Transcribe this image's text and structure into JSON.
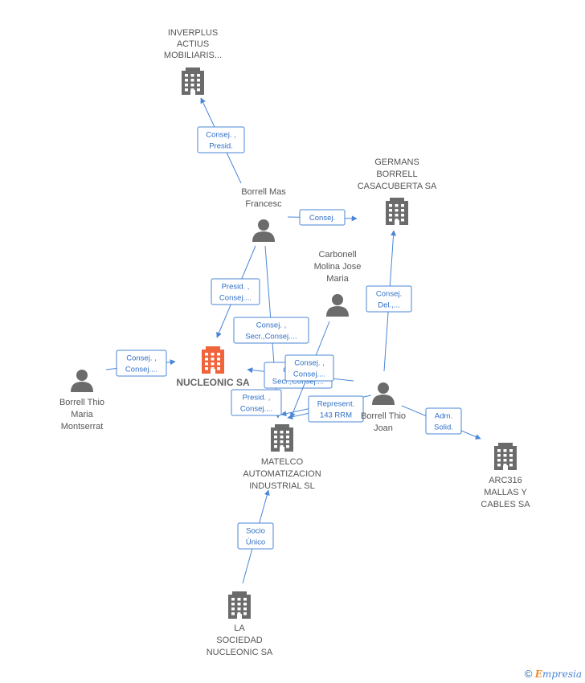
{
  "colors": {
    "edge": "#4a86d6",
    "company_icon": "#6b6b6b",
    "person_icon": "#6b6b6b",
    "focus_company": "#f0643c"
  },
  "nodes": [
    {
      "id": "inverplus",
      "type": "company",
      "lines": [
        "INVERPLUS",
        "ACTIUS",
        "MOBILIARIS..."
      ]
    },
    {
      "id": "germans",
      "type": "company",
      "lines": [
        "GERMANS",
        "BORRELL",
        "CASACUBERTA SA"
      ]
    },
    {
      "id": "borrell_mas",
      "type": "person",
      "lines": [
        "Borrell Mas",
        "Francesc"
      ]
    },
    {
      "id": "carbonell",
      "type": "person",
      "lines": [
        "Carbonell",
        "Molina Jose",
        "Maria"
      ]
    },
    {
      "id": "nucleonic",
      "type": "company",
      "focus": true,
      "lines": [
        "NUCLEONIC SA"
      ]
    },
    {
      "id": "borrell_thio_maria",
      "type": "person",
      "lines": [
        "Borrell Thio",
        "Maria",
        "Montserrat"
      ]
    },
    {
      "id": "borrell_thio_joan",
      "type": "person",
      "lines": [
        "Borrell Thio",
        "Joan"
      ]
    },
    {
      "id": "matelco",
      "type": "company",
      "lines": [
        "MATELCO",
        "AUTOMATIZACION",
        "INDUSTRIAL SL"
      ]
    },
    {
      "id": "arc316",
      "type": "company",
      "lines": [
        "ARC316",
        "MALLAS Y",
        "CABLES SA"
      ]
    },
    {
      "id": "la_sociedad",
      "type": "company",
      "lines": [
        "LA",
        "SOCIEDAD",
        "NUCLEONIC SA"
      ]
    }
  ],
  "edges": [
    {
      "from": "borrell_mas",
      "to": "inverplus",
      "lines": [
        "Consej. ,",
        "Presid."
      ]
    },
    {
      "from": "borrell_mas",
      "to": "germans",
      "lines": [
        "Consej."
      ]
    },
    {
      "from": "borrell_mas",
      "to": "nucleonic",
      "lines": [
        "Presid. ,",
        "Consej...."
      ]
    },
    {
      "from": "borrell_mas",
      "to": "matelco",
      "lines": [
        "Consej. ,",
        "Secr.,Consej...."
      ]
    },
    {
      "from": "borrell_thio_joan",
      "to": "germans",
      "lines": [
        "Consej.",
        "Del.,..."
      ]
    },
    {
      "from": "borrell_thio_maria",
      "to": "nucleonic",
      "lines": [
        "Consej. ,",
        "Consej...."
      ]
    },
    {
      "from": "borrell_thio_joan",
      "to": "nucleonic",
      "lines": [
        "Consej. ,",
        "Secr.,Consej...."
      ]
    },
    {
      "from": "carbonell",
      "to": "matelco",
      "lines": [
        "Consej. ,",
        "Consej...."
      ]
    },
    {
      "from": "borrell_thio_joan",
      "to": "matelco",
      "lines": [
        "Presid. ,",
        "Consej...."
      ]
    },
    {
      "from": "borrell_thio_joan",
      "to": "matelco",
      "lines": [
        "Represent.",
        "143 RRM"
      ]
    },
    {
      "from": "borrell_thio_joan",
      "to": "arc316",
      "lines": [
        "Adm.",
        "Solid."
      ]
    },
    {
      "from": "la_sociedad",
      "to": "matelco",
      "lines": [
        "Socio",
        "Único"
      ]
    }
  ],
  "footer": {
    "copyright": "©",
    "brand_initial": "E",
    "brand_rest": "mpresia"
  }
}
